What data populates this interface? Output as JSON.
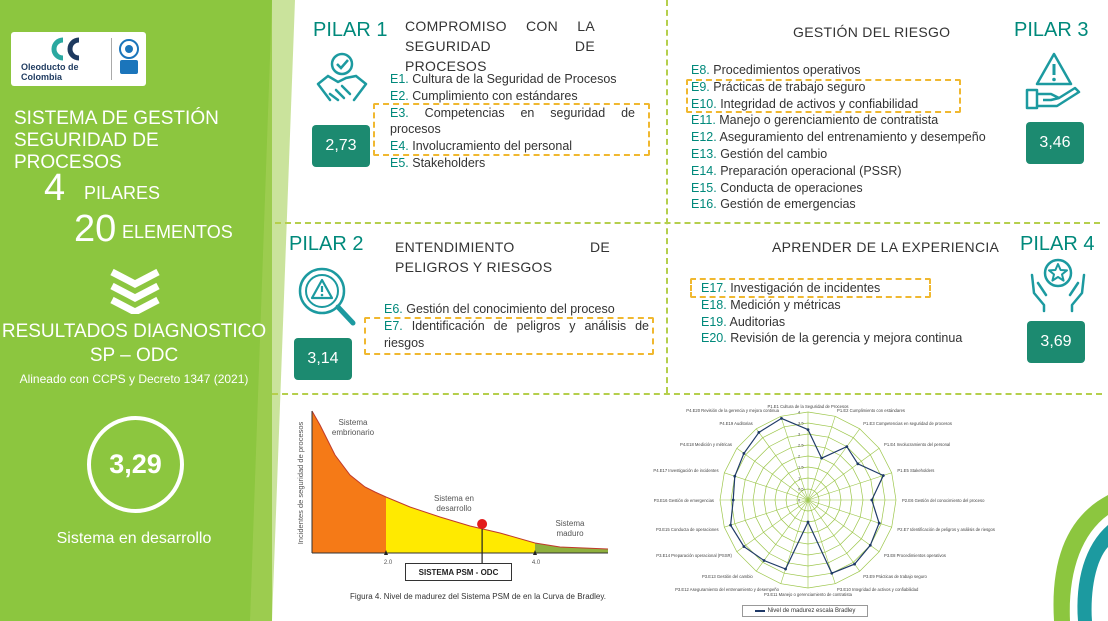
{
  "brand": {
    "logo_text": "Oleoducto de Colombia",
    "primary_green": "#8cc63f",
    "teal": "#1c8a70",
    "highlight": "#f0b830"
  },
  "left_panel": {
    "title": "SISTEMA DE GESTIÓN SEGURIDAD DE PROCESOS",
    "pilares_num": "4",
    "pilares_lbl": "PILARES",
    "elementos_num": "20",
    "elementos_lbl": "ELEMENTOS",
    "results_title": "RESULTADOS DIAGNOSTICO SP – ODC",
    "aligned": "Alineado con CCPS y  Decreto 1347 (2021)",
    "overall_score": "3,29",
    "status": "Sistema en desarrollo"
  },
  "pillars": [
    {
      "label": "PILAR 1",
      "title": "COMPROMISO CON LA SEGURIDAD DE PROCESOS",
      "score": "2,73",
      "icon": "handshake-check-icon",
      "elements": [
        {
          "code": "E1.",
          "text": " Cultura de la Seguridad de Procesos"
        },
        {
          "code": "E2.",
          "text": " Cumplimiento con estándares"
        },
        {
          "code": "E3.",
          "text": " Competencias en seguridad de procesos"
        },
        {
          "code": "E4.",
          "text": " Involucramiento del personal"
        },
        {
          "code": "E5.",
          "text": " Stakeholders"
        }
      ]
    },
    {
      "label": "PILAR 2",
      "title": "ENTENDIMIENTO DE PELIGROS Y RIESGOS",
      "score": "3,14",
      "icon": "magnifier-warning-icon",
      "elements": [
        {
          "code": "E6.",
          "text": " Gestión del conocimiento del proceso"
        },
        {
          "code": "E7.",
          "text": " Identificación de peligros y análisis de riesgos"
        }
      ]
    },
    {
      "label": "PILAR 3",
      "title": "GESTIÓN DEL RIESGO",
      "score": "3,46",
      "icon": "hand-warning-icon",
      "elements": [
        {
          "code": "E8.",
          "text": " Procedimientos operativos"
        },
        {
          "code": "E9.",
          "text": " Prácticas de trabajo seguro"
        },
        {
          "code": "E10.",
          "text": " Integridad de activos y confiabilidad"
        },
        {
          "code": "E11.",
          "text": " Manejo o gerenciamiento de contratista"
        },
        {
          "code": "E12.",
          "text": " Aseguramiento del entrenamiento y desempeño"
        },
        {
          "code": "E13.",
          "text": " Gestión del cambio"
        },
        {
          "code": "E14.",
          "text": " Preparación operacional (PSSR)"
        },
        {
          "code": "E15.",
          "text": " Conducta de operaciones"
        },
        {
          "code": "E16.",
          "text": " Gestión de emergencias"
        }
      ]
    },
    {
      "label": "PILAR 4",
      "title": "APRENDER DE LA EXPERIENCIA",
      "score": "3,69",
      "icon": "hands-star-icon",
      "elements": [
        {
          "code": "E17.",
          "text": " Investigación de incidentes"
        },
        {
          "code": "E18.",
          "text": " Medición y métricas"
        },
        {
          "code": "E19.",
          "text": " Auditorias"
        },
        {
          "code": "E20.",
          "text": " Revisión de la gerencia y mejora continua"
        }
      ]
    }
  ],
  "bradley_chart": {
    "ylabel": "Incidentes de seguridad de procesos",
    "stage1": "Sistema embrionario",
    "stage2": "Sistema en desarrollo",
    "stage3": "Sistema maduro",
    "tick1": "2.0",
    "tick2": "4.0",
    "marker_label": "SISTEMA PSM - ODC",
    "caption": "Figura 4. Nivel de madurez del Sistema PSM de en la Curva de Bradley.",
    "marker_value": 3.29
  },
  "chart_data": {
    "type": "radar",
    "legend": "Nivel de madurez escala Bradley",
    "rlim": [
      0,
      4
    ],
    "rticks": [
      "0",
      "0.5",
      "1",
      "1.5",
      "2",
      "2.5",
      "3",
      "3.5",
      "4"
    ],
    "categories": [
      "P1.E1 Cultura de la Seguridad de Procesos",
      "P1.E2 Cumplimiento con estándares",
      "P1.E3 Competencias en seguridad de procesos",
      "P1.E4 Involucramiento del personal",
      "P1.E5 Stakeholders",
      "P2.E6 Gestión del conocimiento del proceso",
      "P2.E7 Identificación de peligros y análisis de riesgos",
      "P3.E8 Procedimientos operativos",
      "P3.E9 Prácticas de trabajo seguro",
      "P3.E10 Integridad de activos y confiabilidad",
      "P3.E11 Manejo o gerenciamiento de contratista",
      "P3.E12 Aseguramiento del entrenamiento y desempeño",
      "P3.E13 Gestión del cambio",
      "P3.E14 Preparación operacional (PSSR)",
      "P3.E15 Conducta de operaciones",
      "P3.E16 Gestión de emergencias",
      "P4.E17 Investigación de incidentes",
      "P4.E18 Medición y métricas",
      "P4.E19 Auditorias",
      "P4.E20 Revisión de la gerencia y mejora continua"
    ],
    "series": [
      {
        "name": "Nivel de madurez escala Bradley",
        "values": [
          3.2,
          2.0,
          3.0,
          2.8,
          3.6,
          2.9,
          3.4,
          3.5,
          3.6,
          3.5,
          1.0,
          3.3,
          3.4,
          3.6,
          3.7,
          3.4,
          3.5,
          3.6,
          3.8,
          3.9
        ]
      }
    ]
  }
}
